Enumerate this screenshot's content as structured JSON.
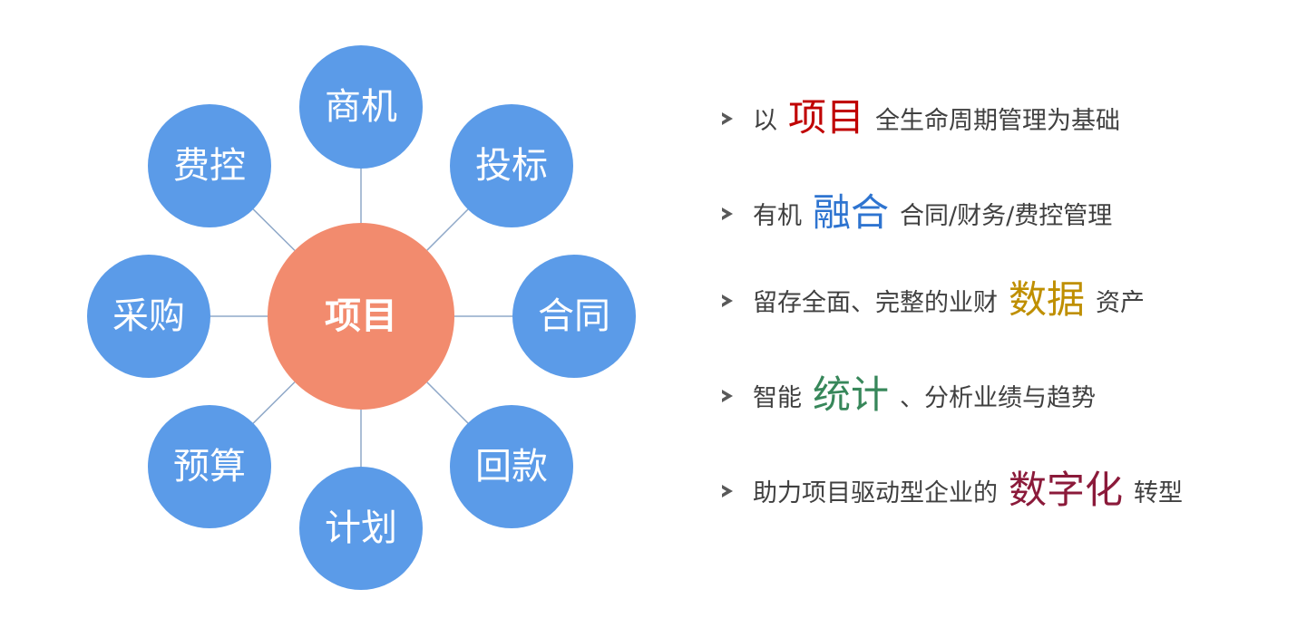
{
  "diagram": {
    "hub": {
      "label": "项目",
      "color": "#f28b6e"
    },
    "satellite_color": "#5b9be8",
    "connector_color": "#8fa8c8",
    "satellites": [
      {
        "id": "shangji",
        "label": "商机"
      },
      {
        "id": "toubiao",
        "label": "投标"
      },
      {
        "id": "hetong",
        "label": "合同"
      },
      {
        "id": "huikuan",
        "label": "回款"
      },
      {
        "id": "jihua",
        "label": "计划"
      },
      {
        "id": "yusuan",
        "label": "预算"
      },
      {
        "id": "caigou",
        "label": "采购"
      },
      {
        "id": "feikong",
        "label": "费控"
      }
    ]
  },
  "bullets": [
    {
      "pre": "以",
      "highlight": "项目",
      "post": "全生命周期管理为基础",
      "color": "#c00000"
    },
    {
      "pre": "有机",
      "highlight": "融合",
      "post": "合同/财务/费控管理",
      "color": "#2e74d0"
    },
    {
      "pre": "留存全面、完整的业财",
      "highlight": "数据",
      "post": "资产",
      "color": "#bf8f00"
    },
    {
      "pre": "智能",
      "highlight": "统计",
      "post": "、分析业绩与趋势",
      "color": "#37875a"
    },
    {
      "pre": "助力项目驱动型企业的",
      "highlight": "数字化",
      "post": "转型",
      "color": "#8b1a3a"
    }
  ]
}
